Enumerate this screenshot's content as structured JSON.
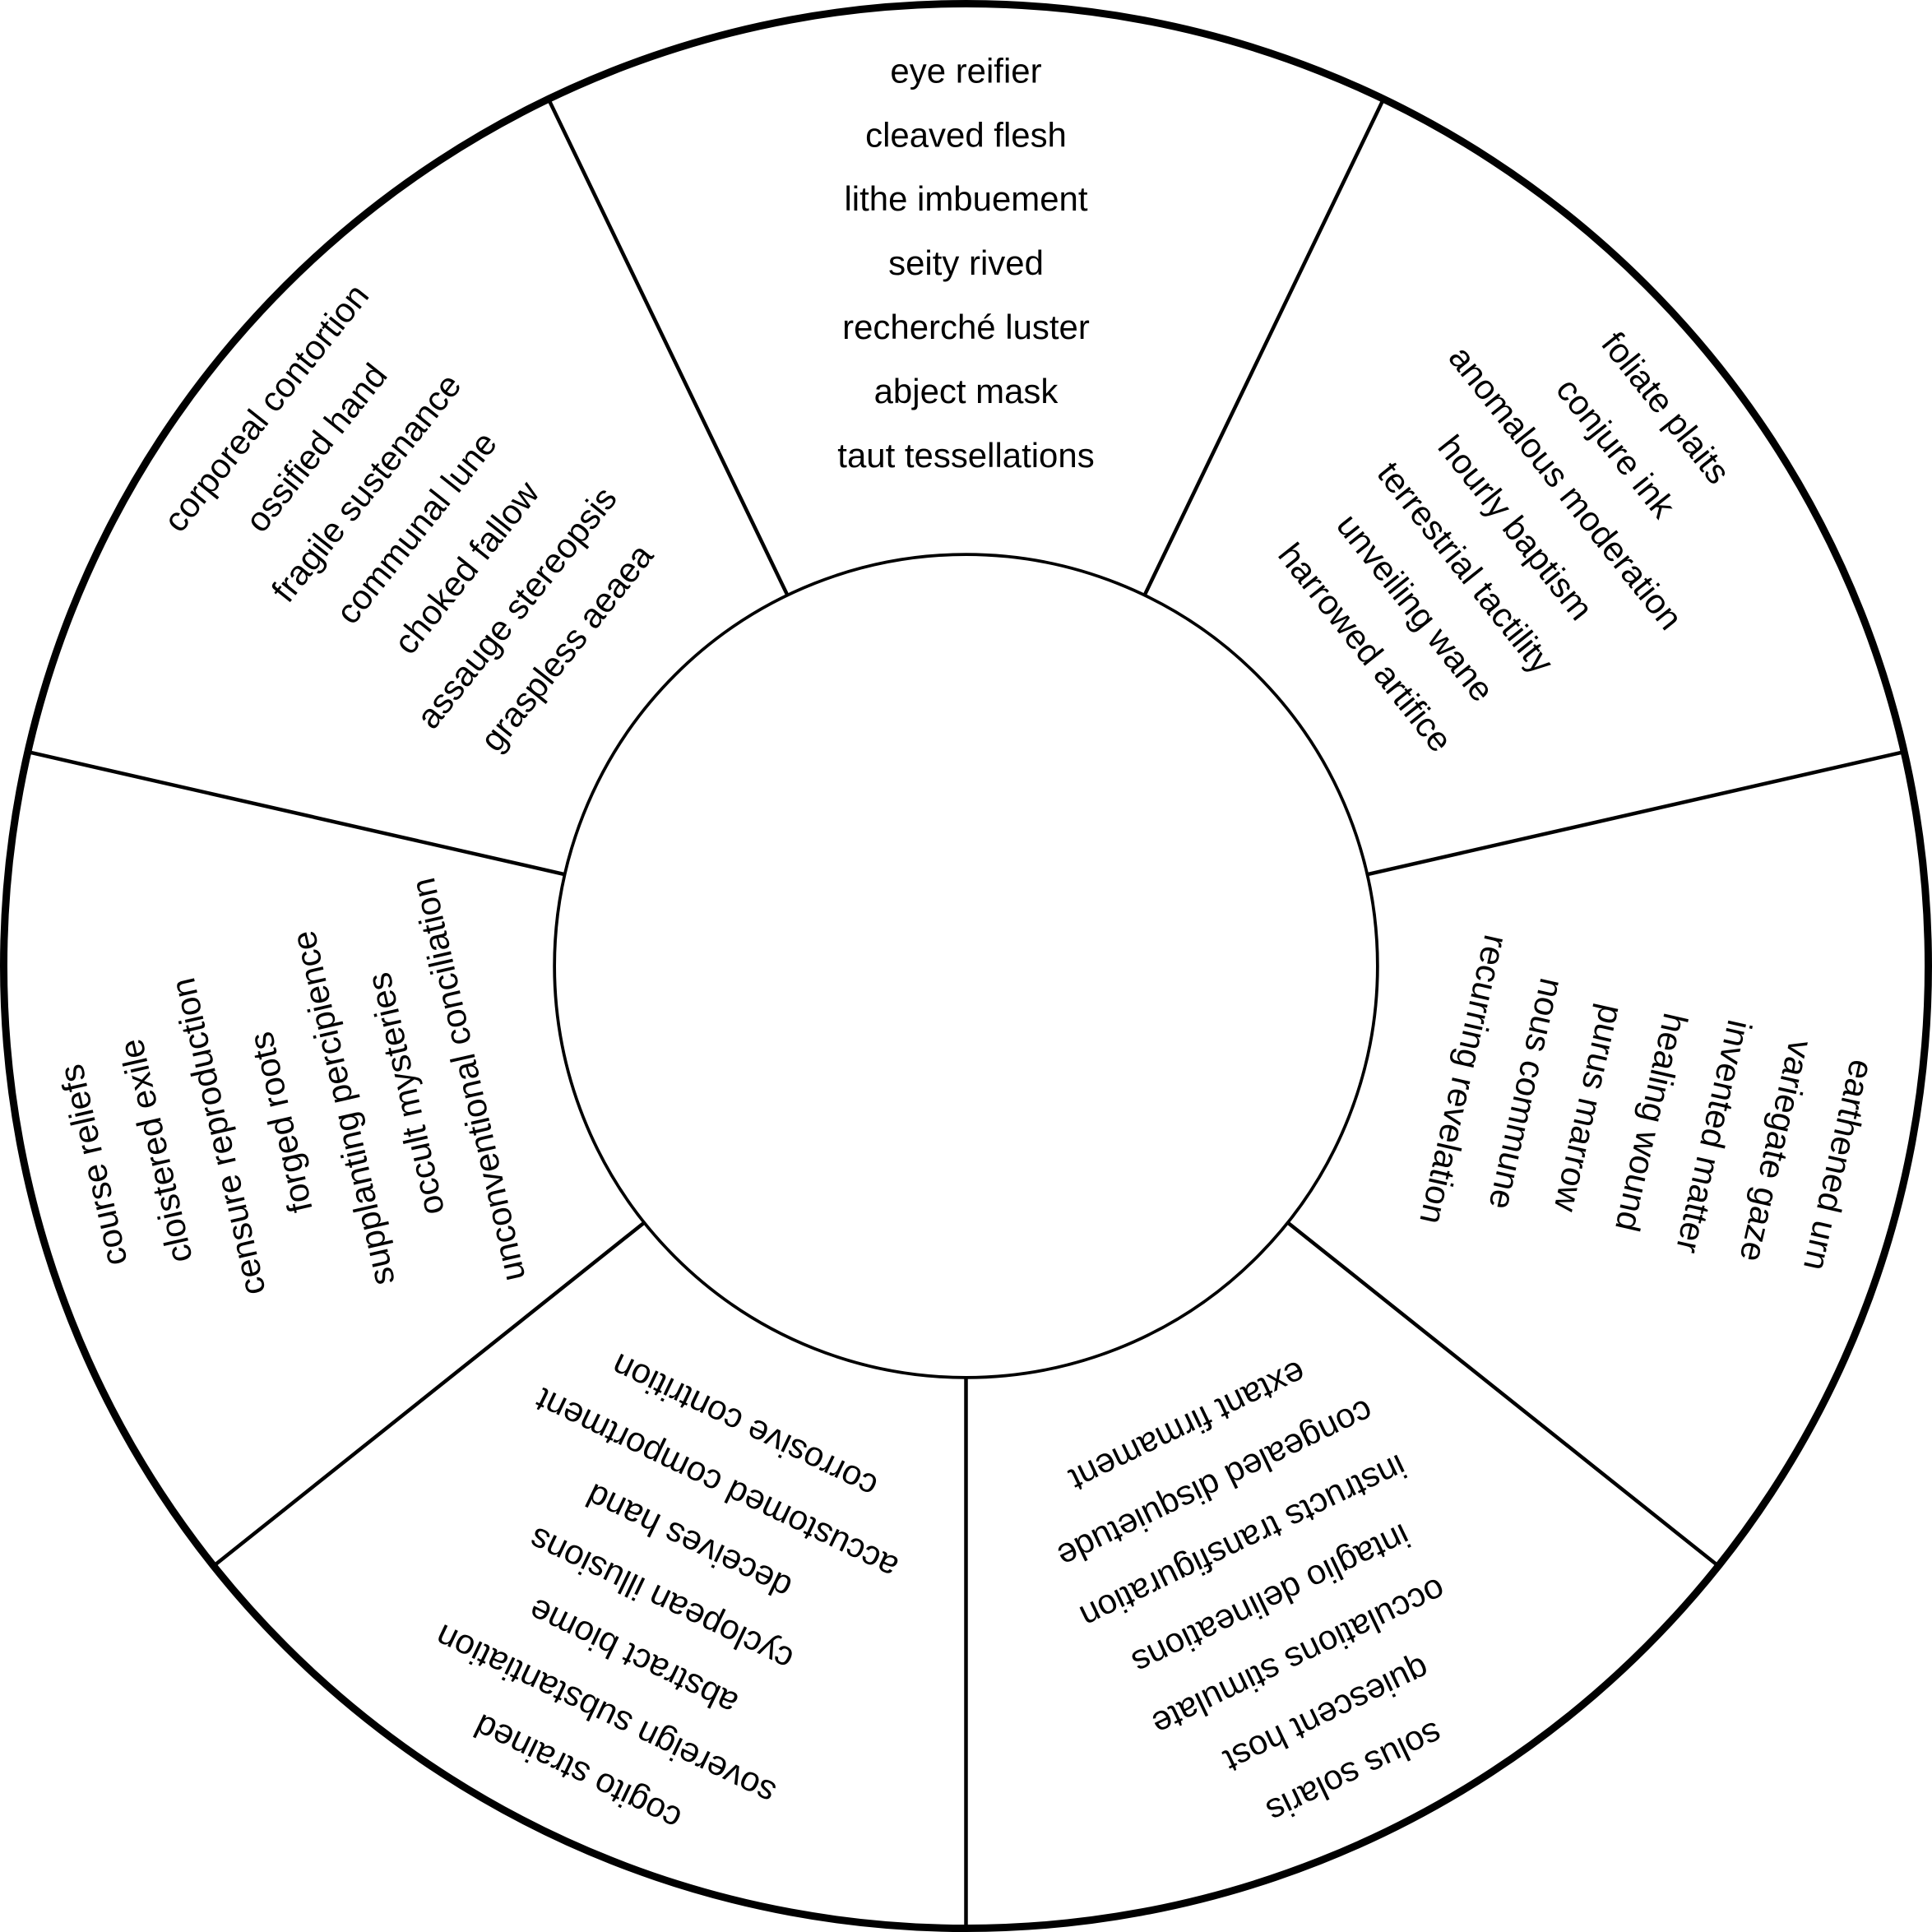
{
  "diagram": {
    "colors": {
      "stroke": "#000000",
      "background": "#ffffff"
    },
    "segments": [
      {
        "lines": [
          "eye reifier",
          "cleaved flesh",
          "lithe imbuement",
          "seity rived",
          "recherché luster",
          "abject mask",
          "taut tessellations"
        ]
      },
      {
        "lines": [
          "foliate plaits",
          "conjure ink",
          "anomalous moderation",
          "hourly baptism",
          "terrestrial tactility",
          "unveiling wane",
          "harrowed artifice"
        ]
      },
      {
        "lines": [
          "earthened urn",
          "variegate gaze",
          "invented matter",
          "healing wound",
          "purus marrow",
          "nous commune",
          "recurring revelation"
        ]
      },
      {
        "lines": [
          "solus solaris",
          "quiescent host",
          "occulations stimulate",
          "intaglio delineations",
          "instructs transfiguration",
          "congealed disquietude",
          "extant firmament"
        ]
      },
      {
        "lines": [
          "cogito strained",
          "sovereign substantiation",
          "abstract biome",
          "cyclopean illusions",
          "deceives hand",
          "accustomed comportment",
          "corrosive contrition"
        ]
      },
      {
        "lines": [
          "course reliefs",
          "cloistered exile",
          "censure reproduction",
          "forged roots",
          "supplanting percipience",
          "occult mysteries",
          "unconventional conciliation"
        ]
      },
      {
        "lines": [
          "corporeal contortion",
          "ossified hand",
          "fragile sustenance",
          "communal lune",
          "choked fallow",
          "assauge stereopsis",
          "graspless aeaea"
        ]
      }
    ]
  }
}
